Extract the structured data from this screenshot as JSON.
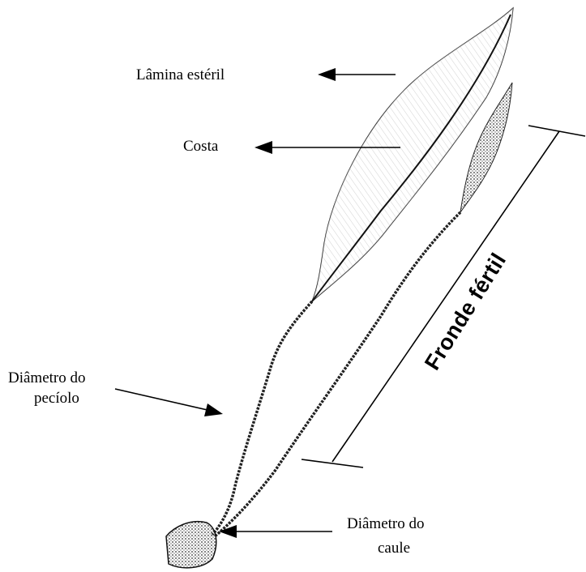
{
  "labels": {
    "sterile_blade": "Lâmina estéril",
    "costa": "Costa",
    "petiole_line1": "Diâmetro do",
    "petiole_line2": "pecíolo",
    "stem_line1": "Diâmetro do",
    "stem_line2": "caule",
    "fertile_frond": "Fronde fértil"
  },
  "colors": {
    "ink": "#000000",
    "background": "#ffffff",
    "leaf_fill": "#f4f4f4"
  }
}
